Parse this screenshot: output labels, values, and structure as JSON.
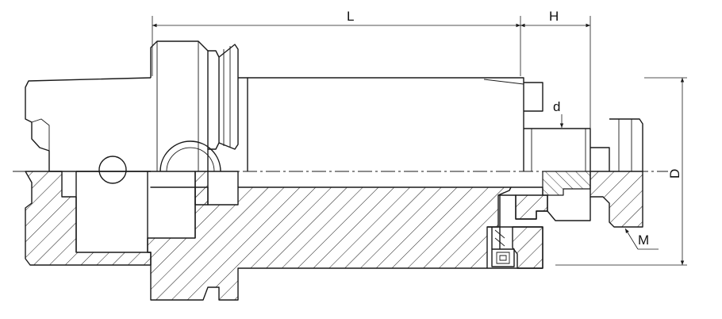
{
  "dimensions": {
    "L": "L",
    "H": "H",
    "d": "d",
    "D": "D",
    "M": "M"
  }
}
